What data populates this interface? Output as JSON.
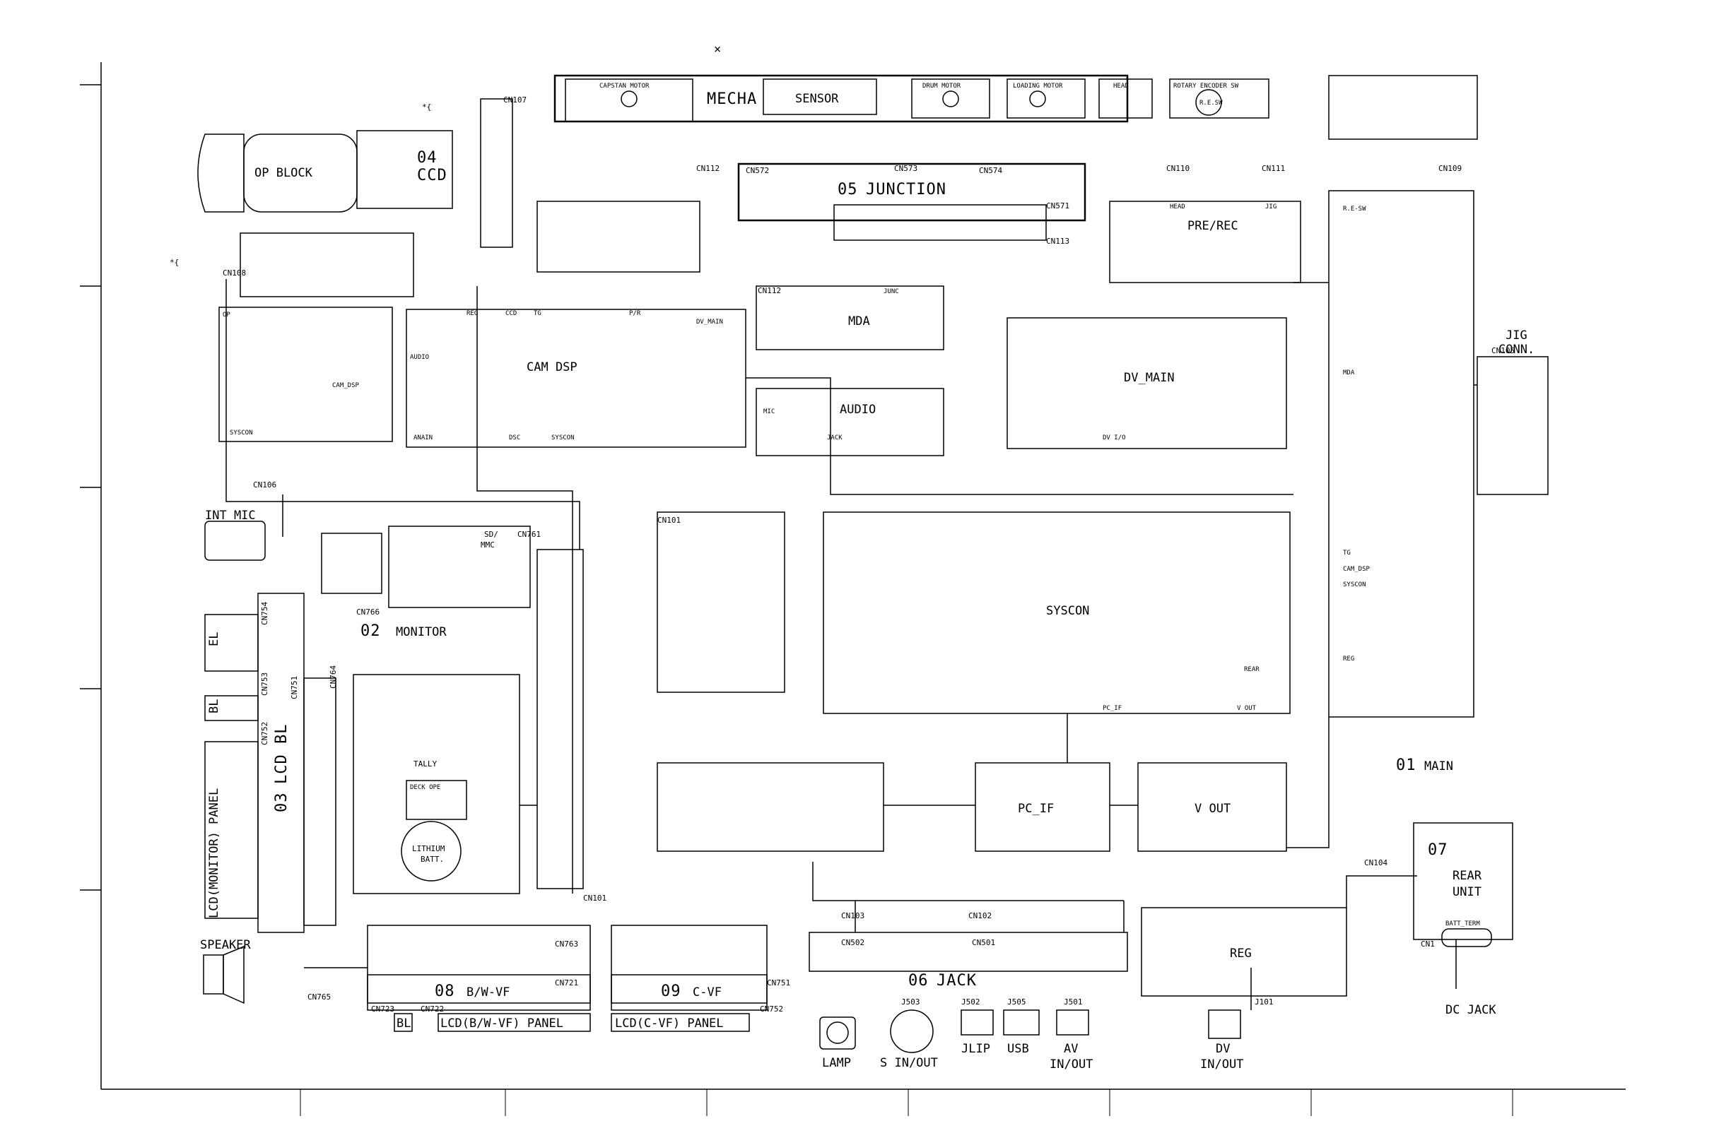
{
  "marks": {
    "top_cross": "×",
    "left_brace_1": "*{",
    "left_brace_2": "*{"
  },
  "blocks": {
    "mecha": "MECHA",
    "capstan_motor": "CAPSTAN MOTOR",
    "sensor": "SENSOR",
    "drum_motor": "DRUM MOTOR",
    "loading_motor": "LOADING MOTOR",
    "head": "HEAD",
    "rotary_encoder": "ROTARY ENCODER SW",
    "res": "R.E.SW",
    "op_block": "OP BLOCK",
    "ccd_num": "04",
    "ccd": "CCD",
    "junction_num": "05",
    "junction": "JUNCTION",
    "cam_dsp": "CAM DSP",
    "mda": "MDA",
    "audio": "AUDIO",
    "pre_rec": "PRE/REC",
    "dv_main": "DV_MAIN",
    "jig_conn_1": "JIG",
    "jig_conn_2": "CONN.",
    "int_mic": "INT MIC",
    "sd_mmc_1": "SD/",
    "sd_mmc_2": "MMC",
    "monitor_num": "02",
    "monitor": "MONITOR",
    "syscon": "SYSCON",
    "main_num": "01",
    "main": "MAIN",
    "pc_if": "PC_IF",
    "v_out": "V OUT",
    "reg": "REG",
    "rear_unit_num": "07",
    "rear_unit_1": "REAR",
    "rear_unit_2": "UNIT",
    "batt_term": "BATT_TERM",
    "dc_jack": "DC JACK",
    "el": "EL",
    "bl": "BL",
    "lcd_bl_num": "03",
    "lcd_bl": "LCD BL",
    "lcd_monitor_panel": "LCD(MONITOR) PANEL",
    "speaker": "SPEAKER",
    "bw_vf_num": "08",
    "bw_vf": "B/W-VF",
    "c_vf_num": "09",
    "c_vf": "C-VF",
    "bl_bottom": "BL",
    "lcd_bw_panel": "LCD(B/W-VF) PANEL",
    "lcd_c_panel": "LCD(C-VF) PANEL",
    "jack_num": "06",
    "jack": "JACK",
    "lamp": "LAMP",
    "s_in_out": "S IN/OUT",
    "jlip": "JLIP",
    "usb": "USB",
    "av_1": "AV",
    "av_2": "IN/OUT",
    "dv_1": "DV",
    "dv_2": "IN/OUT",
    "lithium_1": "LITHIUM",
    "lithium_2": "BATT.",
    "tally": "TALLY",
    "deck_ope": "DECK OPE"
  },
  "connectors": {
    "cn107": "CN107",
    "cn108": "CN108",
    "cn112": "CN112",
    "cn572": "CN572",
    "cn573": "CN573",
    "cn574": "CN574",
    "cn110": "CN110",
    "cn111": "CN111",
    "cn109": "CN109",
    "cn571": "CN571",
    "cn113": "CN113",
    "cn105": "CN105",
    "cn106": "CN106",
    "cn761": "CN761",
    "cn766": "CN766",
    "cn754": "CN754",
    "cn753": "CN753",
    "cn752": "CN752",
    "cn751": "CN751",
    "cn764": "CN764",
    "cn101": "CN101",
    "cn763": "CN763",
    "cn721": "CN721",
    "cn765": "CN765",
    "cn723": "CN723",
    "cn722": "CN722",
    "cn751b": "CN751",
    "cn752b": "CN752",
    "cn104": "CN104",
    "cn1": "CN1",
    "cn103": "CN103",
    "cn102": "CN102",
    "cn502": "CN502",
    "cn501": "CN501",
    "j503": "J503",
    "j502": "J502",
    "j505": "J505",
    "j501": "J501",
    "j101": "J101",
    "cn112b": "CN112",
    "cn101b": "CN101"
  },
  "sub_labels": {
    "cam_dsp_left": "CAM_DSP",
    "op": "OP",
    "audio_l": "AUDIO",
    "syscon_l": "SYSCON",
    "reg_l": "REG",
    "ccd_l": "CCD",
    "tg_l": "TG",
    "p_r": "P/R",
    "dv_main_l": "DV_MAIN",
    "anain": "ANAIN",
    "dsc": "DSC",
    "syscon_b": "SYSCON",
    "junc": "JUNC",
    "mic": "MIC",
    "jack_l": "JACK",
    "head_l": "HEAD",
    "jig_l": "JIG",
    "r_e_sw": "R.E-SW",
    "mda_l": "MDA",
    "tg_r": "TG",
    "cam_dsp_r": "CAM_DSP",
    "syscon_r": "SYSCON",
    "rear_l": "REAR",
    "reg_r": "REG",
    "pc_if_l": "PC_IF",
    "dv_i_o": "DV I/O",
    "v_out_l": "V OUT"
  }
}
